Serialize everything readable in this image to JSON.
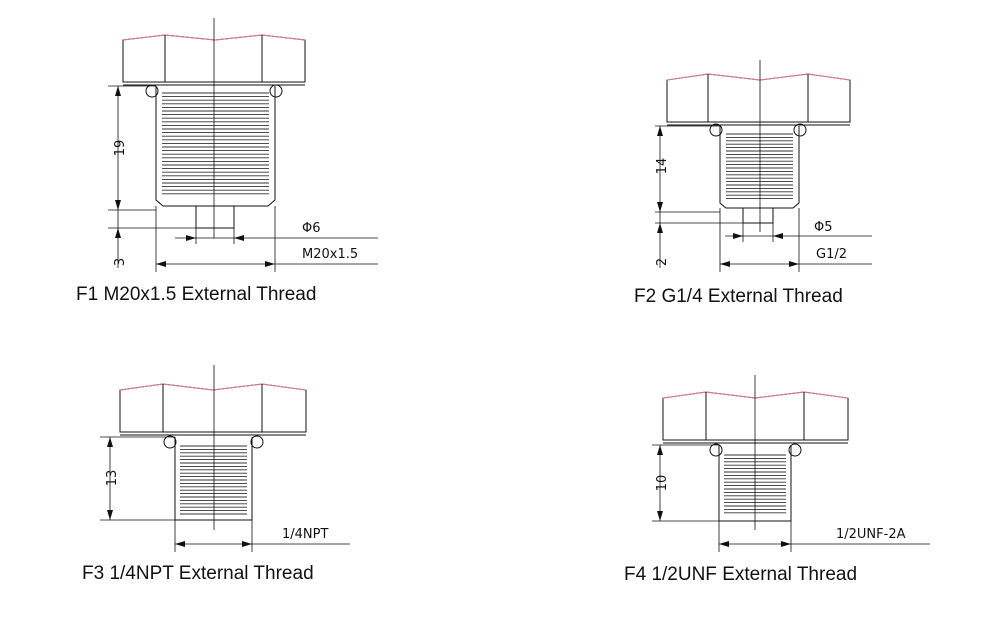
{
  "figures": [
    {
      "caption": "F1 M20x1.5 External Thread",
      "thread_height": "19",
      "tip_height": "3",
      "tip_dia": "Φ6",
      "thread_spec": "M20x1.5"
    },
    {
      "caption": "F2 G1/4 External Thread",
      "thread_height": "14",
      "tip_height": "2",
      "tip_dia": "Φ5",
      "thread_spec": "G1/2"
    },
    {
      "caption": "F3 1/4NPT External Thread",
      "thread_height": "13",
      "thread_spec": "1/4NPT"
    },
    {
      "caption": "F4 1/2UNF External Thread",
      "thread_height": "10",
      "thread_spec": "1/2UNF-2A"
    }
  ],
  "colors": {
    "line": "#111111",
    "hex_top_edge": "#e08090"
  }
}
